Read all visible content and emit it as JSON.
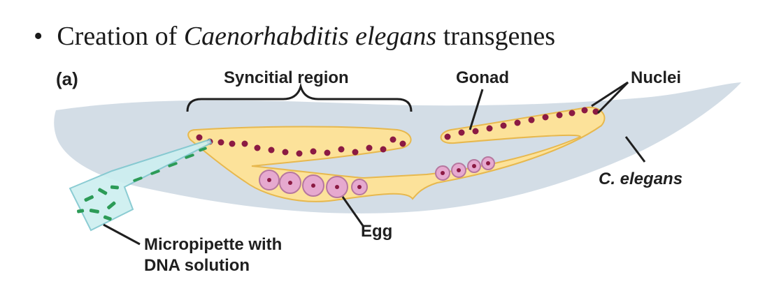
{
  "slide": {
    "bullet": "•",
    "title_prefix": "Creation of ",
    "title_italic": "Caenorhabditis elegans",
    "title_suffix": " transgenes"
  },
  "figure": {
    "panel_label": "(a)",
    "labels": {
      "syncitial": "Syncitial region",
      "gonad": "Gonad",
      "nuclei": "Nuclei",
      "c_elegans": "C. elegans",
      "egg": "Egg",
      "micropipette_line1": "Micropipette with",
      "micropipette_line2": "DNA solution"
    },
    "colors": {
      "worm_body": "#d3dde6",
      "gonad_fill": "#fce29a",
      "gonad_stroke": "#e7b84e",
      "nucleus": "#8b1a43",
      "egg": "#e6a9cf",
      "egg_stroke": "#b6779f",
      "pipette_fill": "#cdeff0",
      "pipette_stroke": "#7fc7cf",
      "dna": "#2c9b57"
    }
  }
}
